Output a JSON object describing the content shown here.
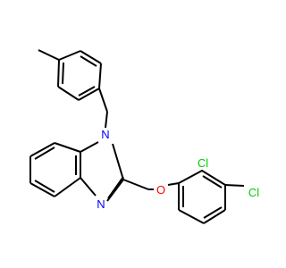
{
  "atoms": {
    "n1": {
      "text": "N",
      "color": "#0000ff"
    },
    "n3": {
      "text": "N",
      "color": "#0000ff"
    },
    "o": {
      "text": "O",
      "color": "#ff0000"
    },
    "cl_ortho": {
      "text": "Cl",
      "color": "#00cc00"
    },
    "cl_para": {
      "text": "Cl",
      "color": "#00cc00"
    }
  },
  "colors": {
    "bond": "#000000",
    "background": "#ffffff"
  }
}
